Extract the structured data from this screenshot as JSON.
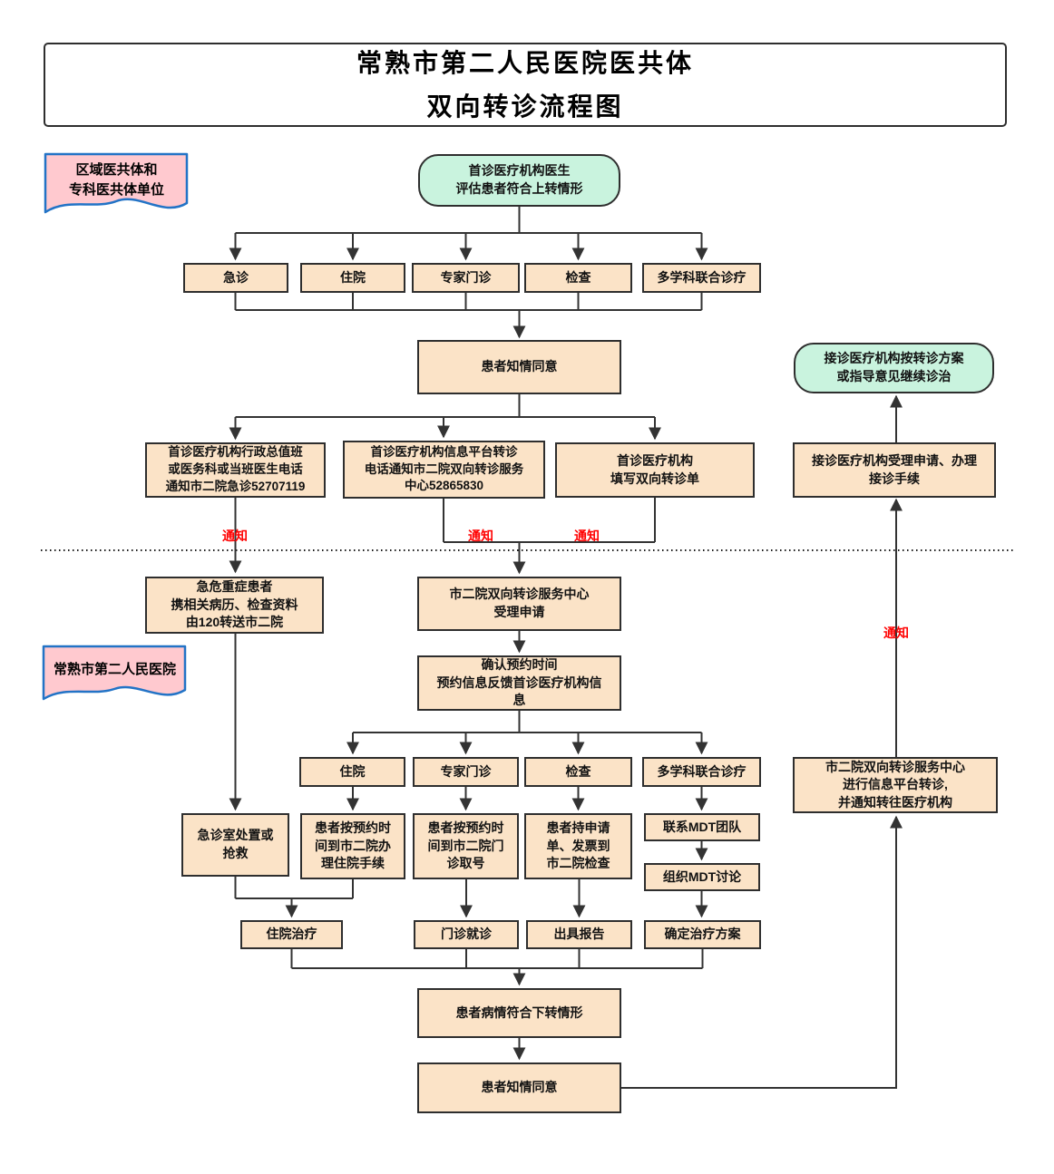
{
  "title": {
    "text": "常熟市第二人民医院医共体\n双向转诊流程图"
  },
  "flags": {
    "region_units": "区域医共体和\n专科医共体单位",
    "hospital": "常熟市第二人民医院"
  },
  "labels": {
    "notify": "通知"
  },
  "nodes": {
    "start": "首诊医疗机构医生\n评估患者符合上转情形",
    "path_emergency": "急诊",
    "path_inpatient": "住院",
    "path_expert": "专家门诊",
    "path_exam": "检查",
    "path_mdt": "多学科联合诊疗",
    "consent_up": "患者知情同意",
    "contact_phone": "首诊医疗机构行政总值班\n或医务科或当班医生电话\n通知市二院急诊52707119",
    "contact_platform": "首诊医疗机构信息平台转诊\n电话通知市二院双向转诊服务\n中心52865830",
    "contact_form": "首诊医疗机构\n填写双向转诊单",
    "receive_continue": "接诊医疗机构按转诊方案\n或指导意见继续诊治",
    "receive_accept": "接诊医疗机构受理申请、办理\n接诊手续",
    "critical_120": "急危重症患者\n携相关病历、检查资料\n由120转送市二院",
    "center_accept": "市二院双向转诊服务中心\n受理申请",
    "confirm_time": "确认预约时间\n预约信息反馈首诊医疗机构信\n息",
    "h2_inpatient": "住院",
    "h2_expert": "专家门诊",
    "h2_exam": "检查",
    "h2_mdt": "多学科联合诊疗",
    "er_treat": "急诊室处置或\n抢救",
    "do_inpatient": "患者按预约时\n间到市二院办\n理住院手续",
    "do_expert": "患者按预约时\n间到市二院门\n诊取号",
    "do_exam": "患者持申请\n单、发票到\n市二院检查",
    "mdt_contact": "联系MDT团队",
    "mdt_discuss": "组织MDT讨论",
    "inpatient_treat": "住院治疗",
    "outpatient_visit": "门诊就诊",
    "report_issue": "出具报告",
    "treat_plan": "确定治疗方案",
    "center_refer_down": "市二院双向转诊服务中心\n进行信息平台转诊,\n并通知转往医疗机构",
    "down_condition": "患者病情符合下转情形",
    "consent_down": "患者知情同意"
  },
  "colors": {
    "node-fill": "#FBE3C7",
    "terminal-fill": "#C9F3DE",
    "flag-fill": "#FFC9CF",
    "flag-border": "#2273C6",
    "notify-red": "#FF0000",
    "line": "#333333",
    "border": "#2E2E2E",
    "text": "#111111",
    "bg": "#FFFFFF"
  }
}
